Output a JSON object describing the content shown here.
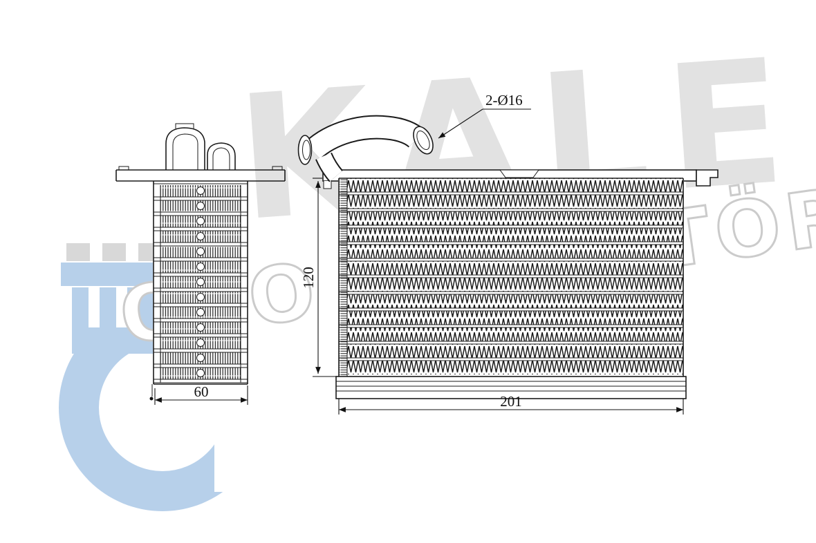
{
  "watermark": {
    "brand": "KALE",
    "subtext": "OTO RADYATÖR"
  },
  "dimensions": {
    "side_width": "60",
    "front_height": "120",
    "front_width": "201"
  },
  "annotations": {
    "pipe_ports": "2-Ø16"
  },
  "colors": {
    "line": "#1a1a1a",
    "watermark_grey": "#e2e2e2",
    "watermark_outline": "#cbcbcb",
    "logo_blue": "#b7d0ea",
    "logo_grey": "#d8d8d8"
  }
}
